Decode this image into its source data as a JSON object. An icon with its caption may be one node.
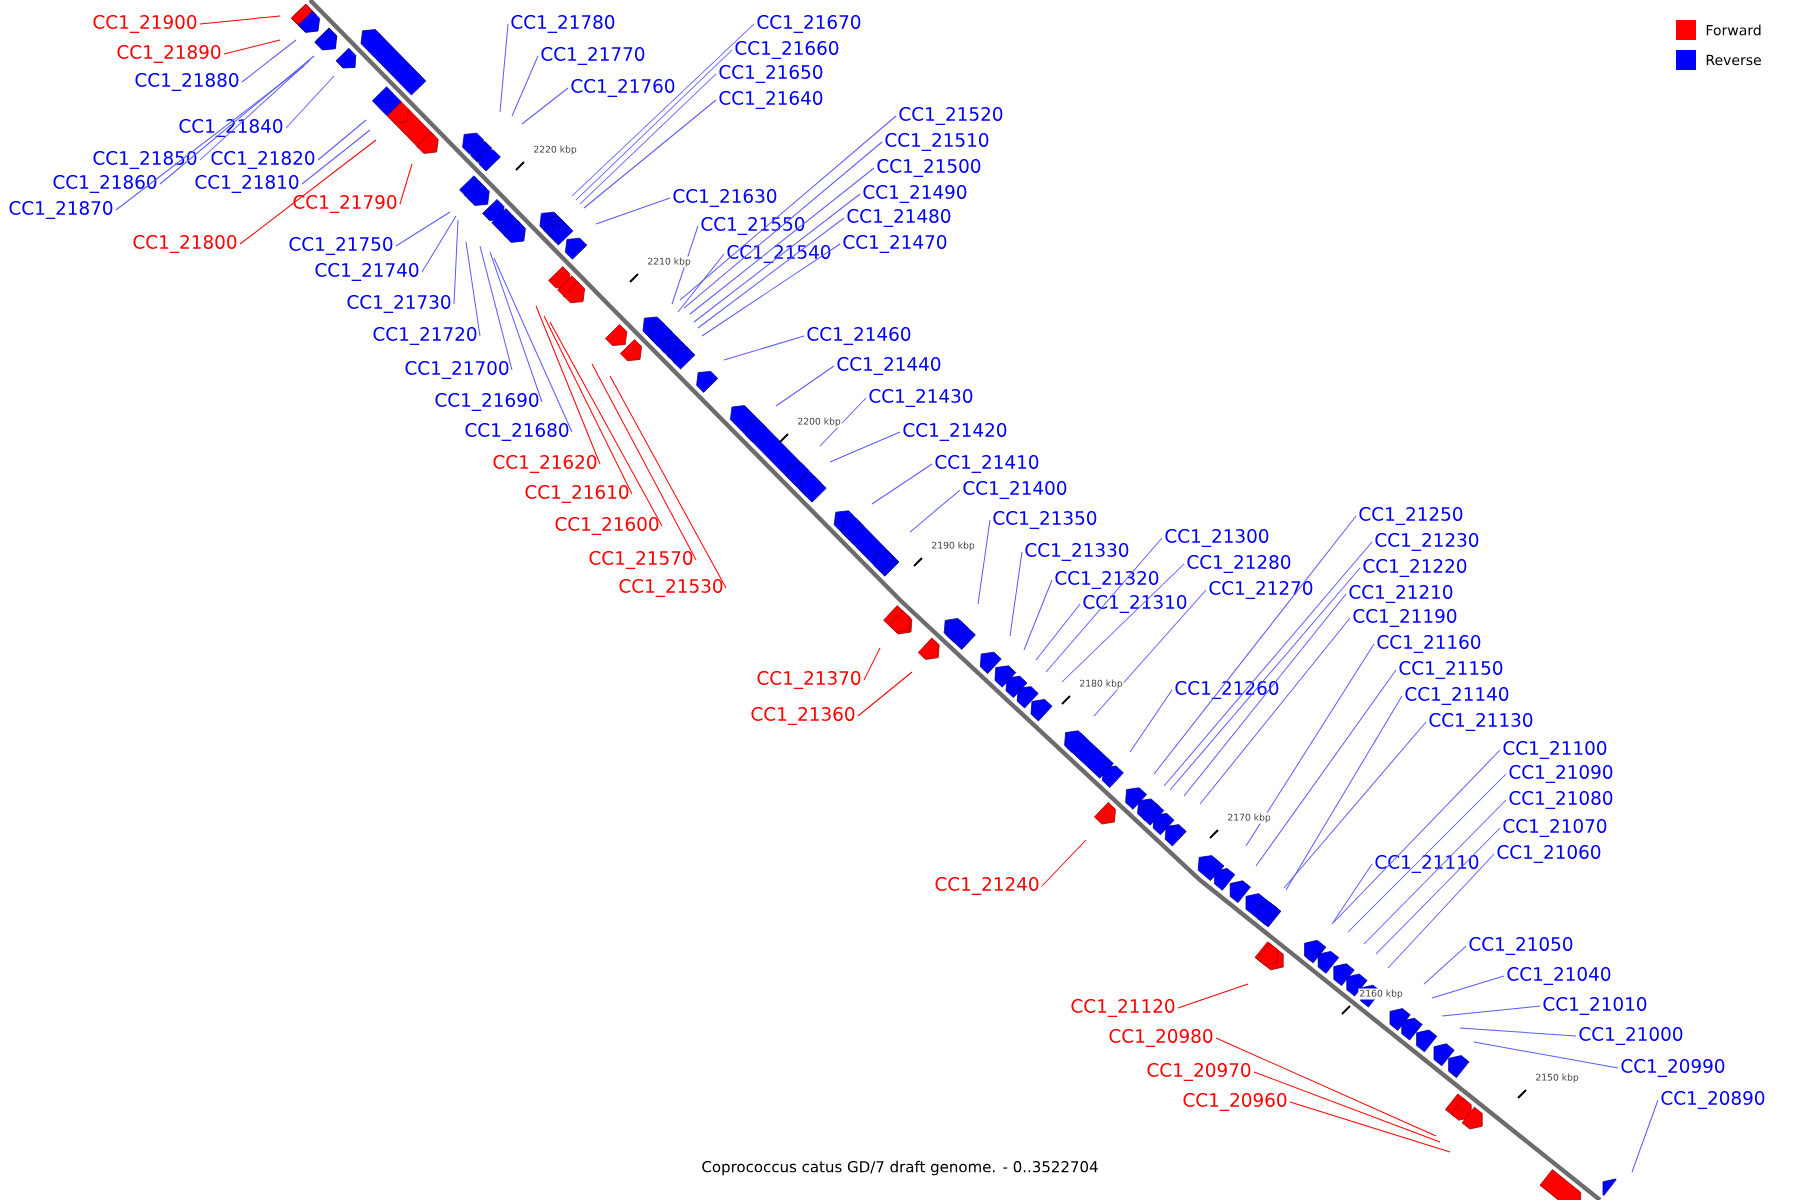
{
  "diagram": {
    "caption": "Coprococcus catus GD/7 draft genome. - 0..3522704",
    "nodes": [
      {
        "text": [
          "CC1_21900"
        ]
      },
      {
        "text": [
          "CC1_21890"
        ]
      },
      {
        "text": [
          "CC1_21880"
        ]
      },
      {
        "text": [
          "CC1_21840"
        ]
      },
      {
        "text": [
          "CC1_21850"
        ]
      },
      {
        "text": [
          "CC1_21820"
        ]
      },
      {
        "text": [
          "CC1_21860"
        ]
      },
      {
        "text": [
          "CC1_21810"
        ]
      },
      {
        "text": [
          "CC1_21870"
        ]
      },
      {
        "text": [
          "CC1_21790"
        ]
      },
      {
        "text": [
          "CC1_21800"
        ]
      },
      {
        "text": [
          "CC1_21750"
        ]
      },
      {
        "text": [
          "CC1_21740"
        ]
      },
      {
        "text": [
          "CC1_21730"
        ]
      },
      {
        "text": [
          "CC1_21720"
        ]
      },
      {
        "text": [
          "CC1_21700"
        ]
      },
      {
        "text": [
          "CC1_21690"
        ]
      },
      {
        "text": [
          "CC1_21680"
        ]
      },
      {
        "text": [
          "CC1_21620"
        ]
      },
      {
        "text": [
          "CC1_21610"
        ]
      },
      {
        "text": [
          "CC1_21600"
        ]
      },
      {
        "text": [
          "CC1_21570"
        ]
      },
      {
        "text": [
          "CC1_21530"
        ]
      },
      {
        "text": [
          "CC1_21370"
        ]
      },
      {
        "text": [
          "CC1_21360"
        ]
      },
      {
        "text": [
          "CC1_21240"
        ]
      },
      {
        "text": [
          "CC1_21120"
        ]
      },
      {
        "text": [
          "CC1_20980"
        ]
      },
      {
        "text": [
          "CC1_20970"
        ]
      },
      {
        "text": [
          "CC1_20960"
        ]
      },
      {
        "text": [
          "CC1_21780"
        ]
      },
      {
        "text": [
          "CC1_21770"
        ]
      },
      {
        "text": [
          "CC1_21760"
        ]
      },
      {
        "text": [
          "CC1_21670"
        ]
      },
      {
        "text": [
          "CC1_21660"
        ]
      },
      {
        "text": [
          "CC1_21650"
        ]
      },
      {
        "text": [
          "CC1_21640"
        ]
      },
      {
        "text": [
          "CC1_21630"
        ]
      },
      {
        "text": [
          "CC1_21520"
        ]
      },
      {
        "text": [
          "CC1_21510"
        ]
      },
      {
        "text": [
          "CC1_21500"
        ]
      },
      {
        "text": [
          "CC1_21490"
        ]
      },
      {
        "text": [
          "CC1_21480"
        ]
      },
      {
        "text": [
          "CC1_21470"
        ]
      },
      {
        "text": [
          "CC1_21550"
        ]
      },
      {
        "text": [
          "CC1_21540"
        ]
      },
      {
        "text": [
          "CC1_21460"
        ]
      },
      {
        "text": [
          "CC1_21440"
        ]
      },
      {
        "text": [
          "CC1_21430"
        ]
      },
      {
        "text": [
          "CC1_21420"
        ]
      },
      {
        "text": [
          "CC1_21410"
        ]
      },
      {
        "text": [
          "CC1_21400"
        ]
      },
      {
        "text": [
          "CC1_21350"
        ]
      },
      {
        "text": [
          "CC1_21330"
        ]
      },
      {
        "text": [
          "CC1_21320"
        ]
      },
      {
        "text": [
          "CC1_21310"
        ]
      },
      {
        "text": [
          "CC1_21300"
        ]
      },
      {
        "text": [
          "CC1_21280"
        ]
      },
      {
        "text": [
          "CC1_21270"
        ]
      },
      {
        "text": [
          "CC1_21260"
        ]
      },
      {
        "text": [
          "CC1_21250"
        ]
      },
      {
        "text": [
          "CC1_21230"
        ]
      },
      {
        "text": [
          "CC1_21220"
        ]
      },
      {
        "text": [
          "CC1_21210"
        ]
      },
      {
        "text": [
          "CC1_21190"
        ]
      },
      {
        "text": [
          "CC1_21160"
        ]
      },
      {
        "text": [
          "CC1_21150"
        ]
      },
      {
        "text": [
          "CC1_21140"
        ]
      },
      {
        "text": [
          "CC1_21130"
        ]
      },
      {
        "text": [
          "CC1_21100"
        ]
      },
      {
        "text": [
          "CC1_21090"
        ]
      },
      {
        "text": [
          "CC1_21080"
        ]
      },
      {
        "text": [
          "CC1_21070"
        ]
      },
      {
        "text": [
          "CC1_21060"
        ]
      },
      {
        "text": [
          "CC1_21110"
        ]
      },
      {
        "text": [
          "CC1_21050"
        ]
      },
      {
        "text": [
          "CC1_21040"
        ]
      },
      {
        "text": [
          "CC1_21010"
        ]
      },
      {
        "text": [
          "CC1_21000"
        ]
      },
      {
        "text": [
          "CC1_20990"
        ]
      },
      {
        "text": [
          "CC1_20890"
        ]
      }
    ],
    "edges": [
      {
        "from": 0,
        "to": null,
        "arrow": "none",
        "color": "#ff0000"
      },
      {
        "from": 1,
        "to": null,
        "arrow": "none",
        "color": "#ff0000"
      },
      {
        "from": 2,
        "to": null,
        "arrow": "none"
      },
      {
        "from": 3,
        "to": null,
        "arrow": "none"
      },
      {
        "from": 4,
        "to": null,
        "arrow": "none"
      },
      {
        "from": 5,
        "to": null,
        "arrow": "none"
      },
      {
        "from": 6,
        "to": null,
        "arrow": "none"
      },
      {
        "from": 7,
        "to": null,
        "arrow": "none"
      },
      {
        "from": 8,
        "to": null,
        "arrow": "none"
      },
      {
        "from": 9,
        "to": null,
        "arrow": "none",
        "color": "#ff0000"
      },
      {
        "from": 10,
        "to": null,
        "arrow": "none",
        "color": "#ff0000"
      },
      {
        "from": 11,
        "to": null,
        "arrow": "none"
      },
      {
        "from": 12,
        "to": null,
        "arrow": "none"
      },
      {
        "from": 13,
        "to": null,
        "arrow": "none"
      },
      {
        "from": 14,
        "to": null,
        "arrow": "none"
      },
      {
        "from": 15,
        "to": null,
        "arrow": "none"
      },
      {
        "from": 16,
        "to": null,
        "arrow": "none"
      },
      {
        "from": 17,
        "to": null,
        "arrow": "none"
      },
      {
        "from": 18,
        "to": null,
        "arrow": "none",
        "color": "#ff0000"
      },
      {
        "from": 19,
        "to": null,
        "arrow": "none",
        "color": "#ff0000"
      },
      {
        "from": 20,
        "to": null,
        "arrow": "none",
        "color": "#ff0000"
      },
      {
        "from": 21,
        "to": null,
        "arrow": "none",
        "color": "#ff0000"
      },
      {
        "from": 22,
        "to": null,
        "arrow": "none",
        "color": "#ff0000"
      },
      {
        "from": 23,
        "to": null,
        "arrow": "none",
        "color": "#ff0000"
      },
      {
        "from": 24,
        "to": null,
        "arrow": "none",
        "color": "#ff0000"
      },
      {
        "from": 25,
        "to": null,
        "arrow": "none",
        "color": "#ff0000"
      },
      {
        "from": 26,
        "to": null,
        "arrow": "none",
        "color": "#ff0000"
      },
      {
        "from": 27,
        "to": null,
        "arrow": "none",
        "color": "#ff0000"
      },
      {
        "from": 28,
        "to": null,
        "arrow": "none",
        "color": "#ff0000"
      },
      {
        "from": 29,
        "to": null,
        "arrow": "none",
        "color": "#ff0000"
      },
      {
        "from": 30,
        "to": null,
        "arrow": "none"
      },
      {
        "from": 31,
        "to": null,
        "arrow": "none"
      },
      {
        "from": 32,
        "to": null,
        "arrow": "none"
      },
      {
        "from": 33,
        "to": null,
        "arrow": "none"
      },
      {
        "from": 34,
        "to": null,
        "arrow": "none"
      },
      {
        "from": 35,
        "to": null,
        "arrow": "none"
      },
      {
        "from": 36,
        "to": null,
        "arrow": "none"
      },
      {
        "from": 37,
        "to": null,
        "arrow": "none"
      },
      {
        "from": 38,
        "to": null,
        "arrow": "none"
      },
      {
        "from": 39,
        "to": null,
        "arrow": "none"
      },
      {
        "from": 40,
        "to": null,
        "arrow": "none"
      },
      {
        "from": 41,
        "to": null,
        "arrow": "none"
      },
      {
        "from": 42,
        "to": null,
        "arrow": "none"
      },
      {
        "from": 43,
        "to": null,
        "arrow": "none"
      },
      {
        "from": 44,
        "to": null,
        "arrow": "none"
      },
      {
        "from": 45,
        "to": null,
        "arrow": "none"
      },
      {
        "from": 46,
        "to": null,
        "arrow": "none"
      },
      {
        "from": 47,
        "to": null,
        "arrow": "none"
      },
      {
        "from": 48,
        "to": null,
        "arrow": "none"
      },
      {
        "from": 49,
        "to": null,
        "arrow": "none"
      },
      {
        "from": 50,
        "to": null,
        "arrow": "none"
      },
      {
        "from": 51,
        "to": null,
        "arrow": "none"
      },
      {
        "from": 52,
        "to": null,
        "arrow": "none"
      },
      {
        "from": 53,
        "to": null,
        "arrow": "none"
      },
      {
        "from": 54,
        "to": null,
        "arrow": "none"
      },
      {
        "from": 55,
        "to": null,
        "arrow": "none"
      },
      {
        "from": 56,
        "to": null,
        "arrow": "none"
      },
      {
        "from": 57,
        "to": null,
        "arrow": "none"
      },
      {
        "from": 58,
        "to": null,
        "arrow": "none"
      },
      {
        "from": 59,
        "to": null,
        "arrow": "none"
      },
      {
        "from": 60,
        "to": null,
        "arrow": "none"
      },
      {
        "from": 61,
        "to": null,
        "arrow": "none"
      },
      {
        "from": 62,
        "to": null,
        "arrow": "none"
      },
      {
        "from": 63,
        "to": null,
        "arrow": "none"
      },
      {
        "from": 64,
        "to": null,
        "arrow": "none"
      },
      {
        "from": 65,
        "to": null,
        "arrow": "none"
      },
      {
        "from": 66,
        "to": null,
        "arrow": "none"
      },
      {
        "from": 67,
        "to": null,
        "arrow": "none"
      },
      {
        "from": 68,
        "to": null,
        "arrow": "none"
      },
      {
        "from": 69,
        "to": null,
        "arrow": "none"
      },
      {
        "from": 70,
        "to": null,
        "arrow": "none"
      },
      {
        "from": 71,
        "to": null,
        "arrow": "none"
      },
      {
        "from": 72,
        "to": null,
        "arrow": "none"
      },
      {
        "from": 73,
        "to": null,
        "arrow": "none"
      },
      {
        "from": 74,
        "to": null,
        "arrow": "none"
      },
      {
        "from": 75,
        "to": null,
        "arrow": "none"
      },
      {
        "from": 76,
        "to": null,
        "arrow": "none"
      },
      {
        "from": 77,
        "to": null,
        "arrow": "none"
      },
      {
        "from": 78,
        "to": null,
        "arrow": "none"
      },
      {
        "from": 79,
        "to": null,
        "arrow": "none"
      },
      {
        "from": 80,
        "to": null,
        "arrow": "none"
      }
    ],
    "labels": [
      "2220 kbp",
      "2210 kbp",
      "2200 kbp",
      "2190 kbp",
      "2180 kbp",
      "2170 kbp",
      "2160 kbp",
      "2150 kbp"
    ],
    "legend": [
      {
        "text": "Forward",
        "color": "#ff0000"
      },
      {
        "text": "Reverse",
        "color": "#0000ff"
      }
    ]
  }
}
